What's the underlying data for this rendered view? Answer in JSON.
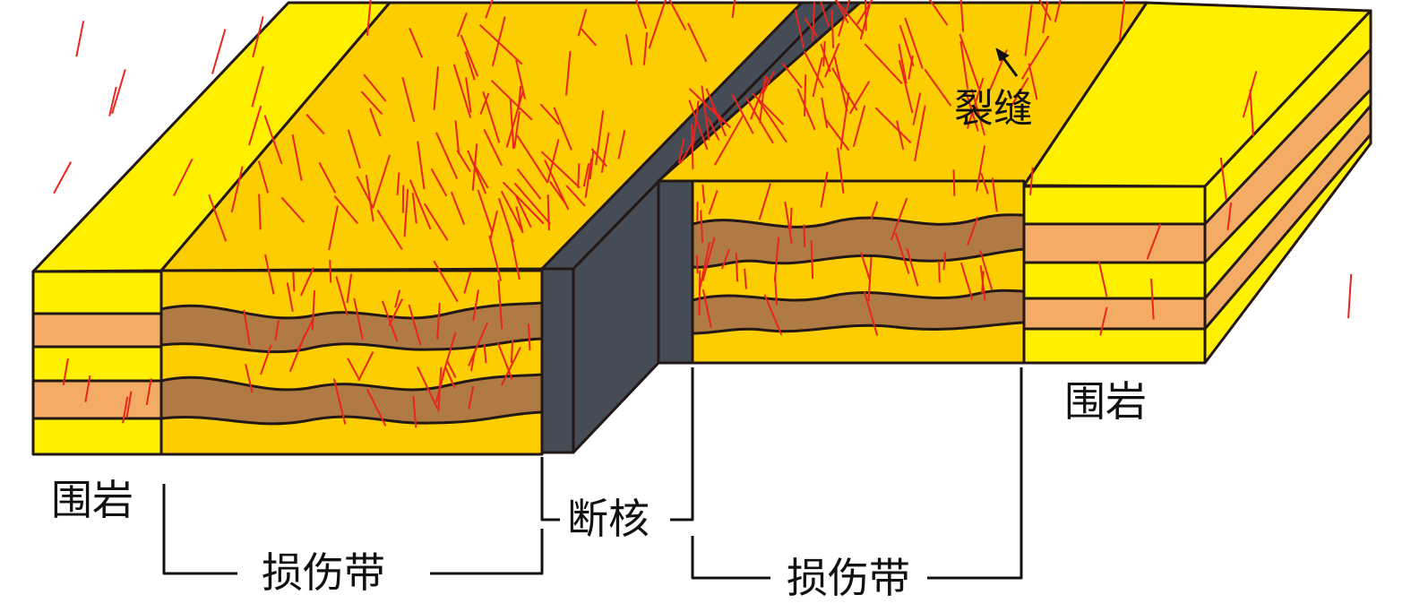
{
  "labels": {
    "wall_rock_left": "围岩",
    "wall_rock_right": "围岩",
    "damage_zone_left": "损伤带",
    "damage_zone_right": "损伤带",
    "fault_core": "断核",
    "fracture": "裂缝"
  },
  "colors": {
    "wall_rock": "#fff000",
    "damage_zone": "#fccd00",
    "orange_layer": "#f3ab66",
    "brown_layer": "#b07a45",
    "fault_core": "#454c55",
    "fracture": "#e8261c",
    "outline": "#231815"
  }
}
